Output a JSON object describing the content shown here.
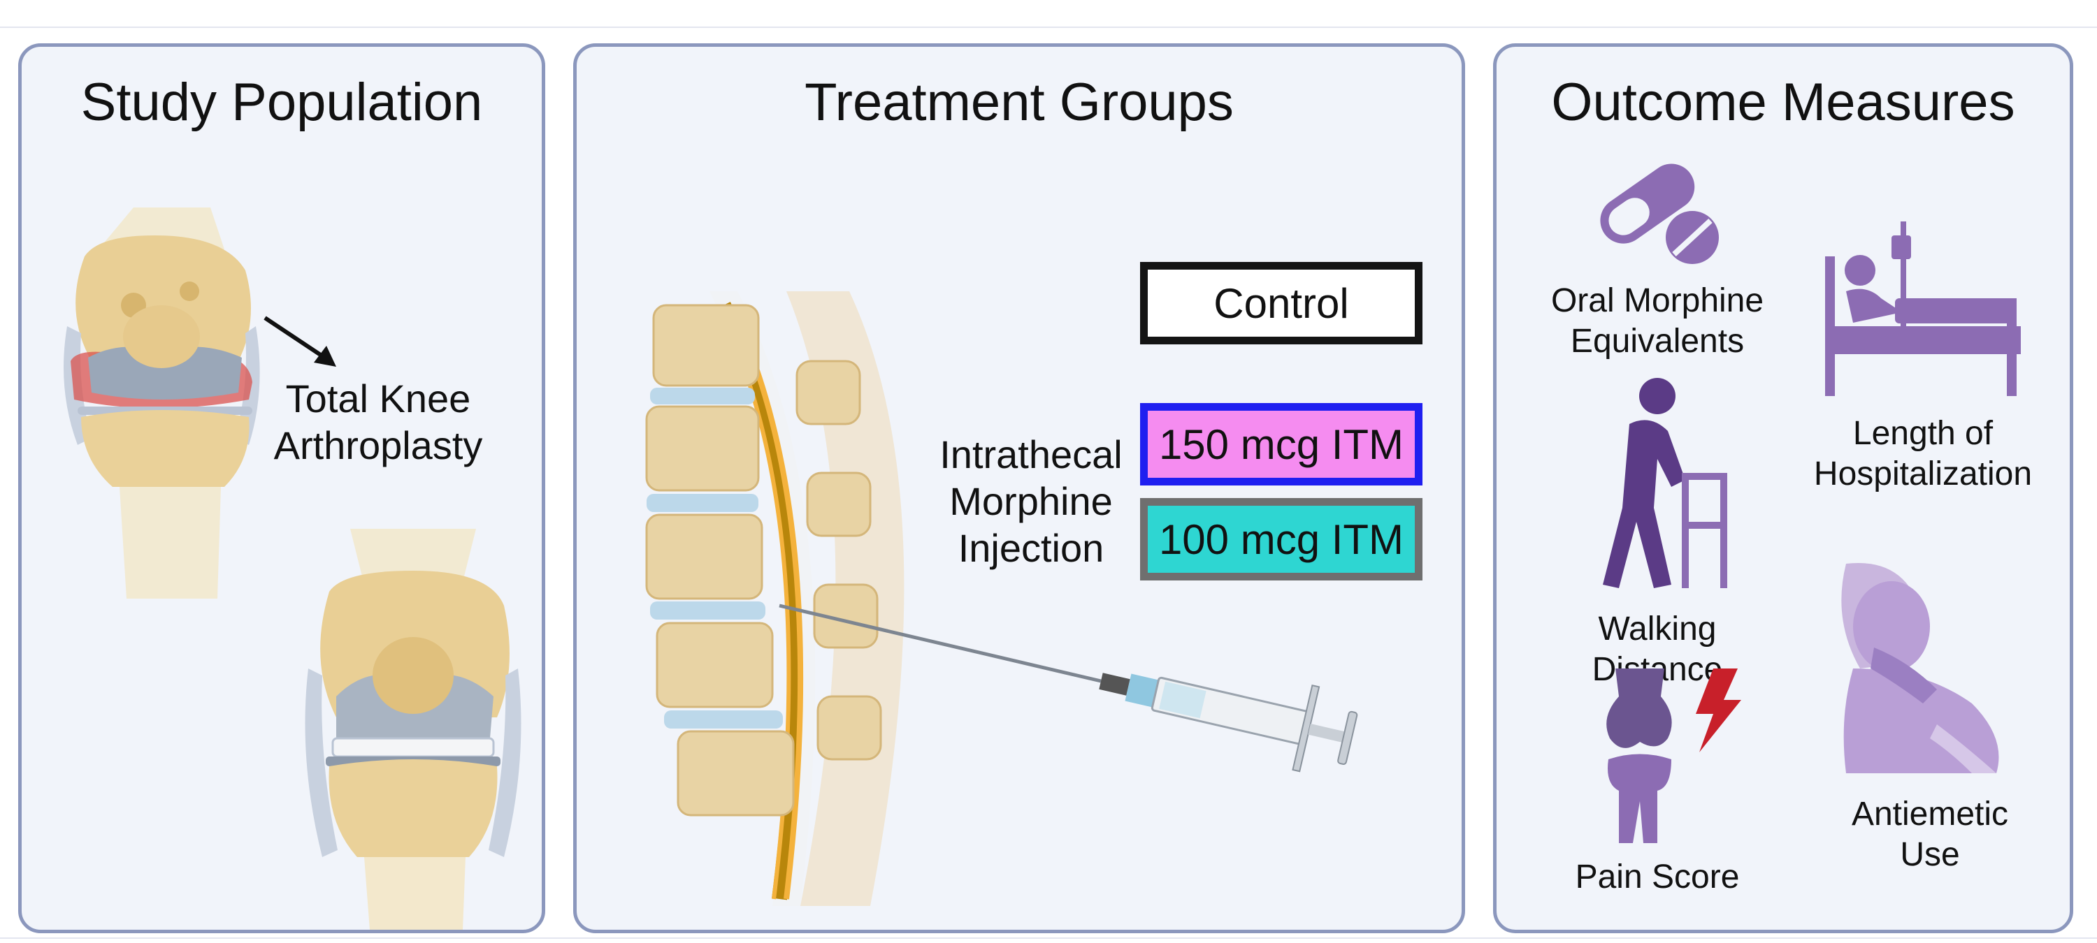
{
  "panels": {
    "population": {
      "title": "Study Population",
      "tka_label": [
        "Total Knee",
        "Arthroplasty"
      ]
    },
    "treatment": {
      "title": "Treatment Groups",
      "injection_label": [
        "Intrathecal",
        "Morphine",
        "Injection"
      ],
      "groups": [
        {
          "label": "Control",
          "border": "#141414",
          "fill": "#ffffff"
        },
        {
          "label": "150 mcg ITM",
          "border": "#1f1ff0",
          "fill": "#f58cf0"
        },
        {
          "label": "100 mcg ITM",
          "border": "#6f6f6f",
          "fill": "#2ed6d2"
        }
      ]
    },
    "outcomes": {
      "title": "Outcome Measures",
      "items": [
        {
          "label": [
            "Oral Morphine",
            "Equivalents"
          ],
          "icon": "pill-icon"
        },
        {
          "label": [
            "Length of",
            "Hospitalization"
          ],
          "icon": "hospital-bed-icon"
        },
        {
          "label": [
            "Walking",
            "Distance"
          ],
          "icon": "walker-icon"
        },
        {
          "label": [
            "Antiemetic",
            "Use"
          ],
          "icon": "nausea-icon"
        },
        {
          "label": [
            "Pain Score"
          ],
          "icon": "knee-pain-icon"
        }
      ]
    }
  },
  "colors": {
    "panel_border": "#8b97bd",
    "panel_bg": "#f1f4fa",
    "icon_purple": "#8c6cb3",
    "icon_dark_purple": "#5b3b86"
  }
}
